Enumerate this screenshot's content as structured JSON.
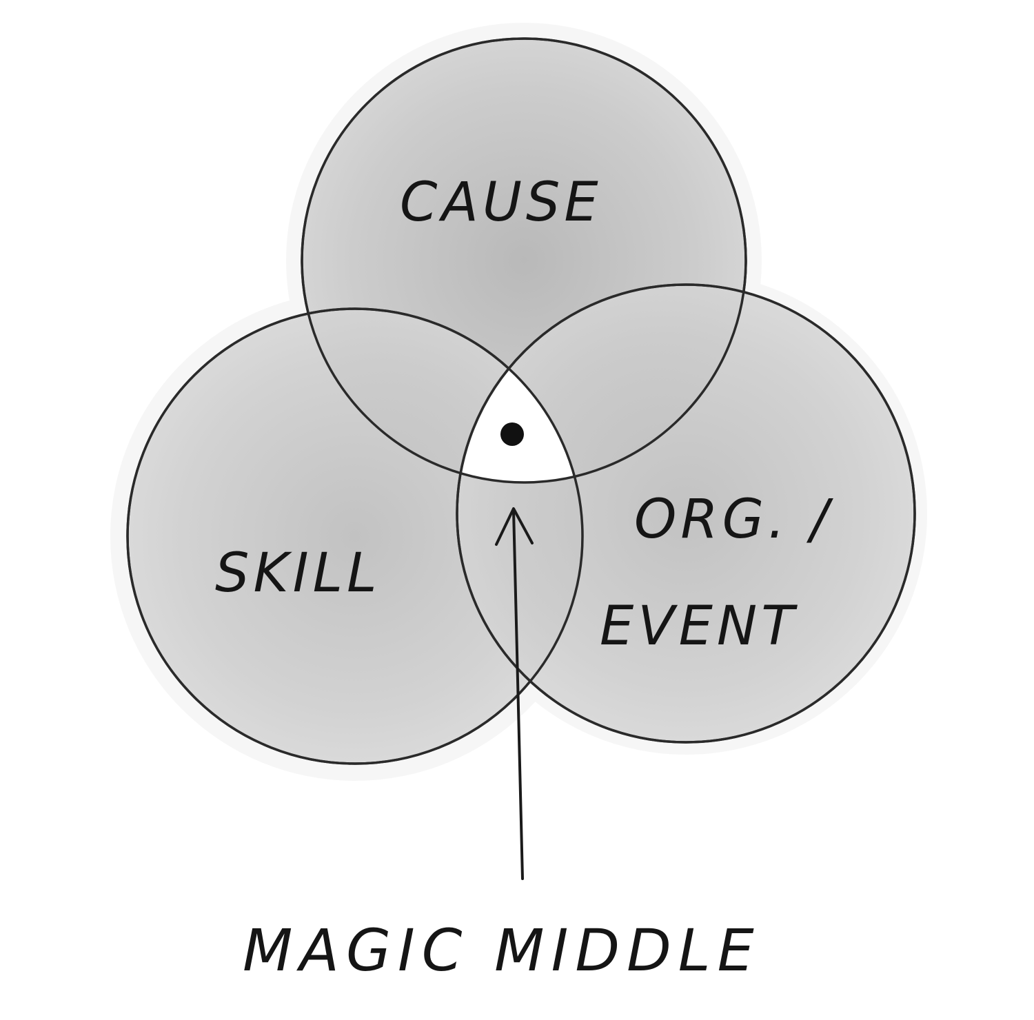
{
  "diagram": {
    "circles": {
      "top": "CAUSE",
      "left": "SKILL",
      "right_line1": "ORG. /",
      "right_line2": "EVENT"
    },
    "caption": "MAGIC MIDDLE"
  },
  "colors": {
    "stroke": "#2a2a2a",
    "fill_shade": "#c9c9c9",
    "center_highlight": "#ffffff",
    "center_dot": "#111111"
  }
}
